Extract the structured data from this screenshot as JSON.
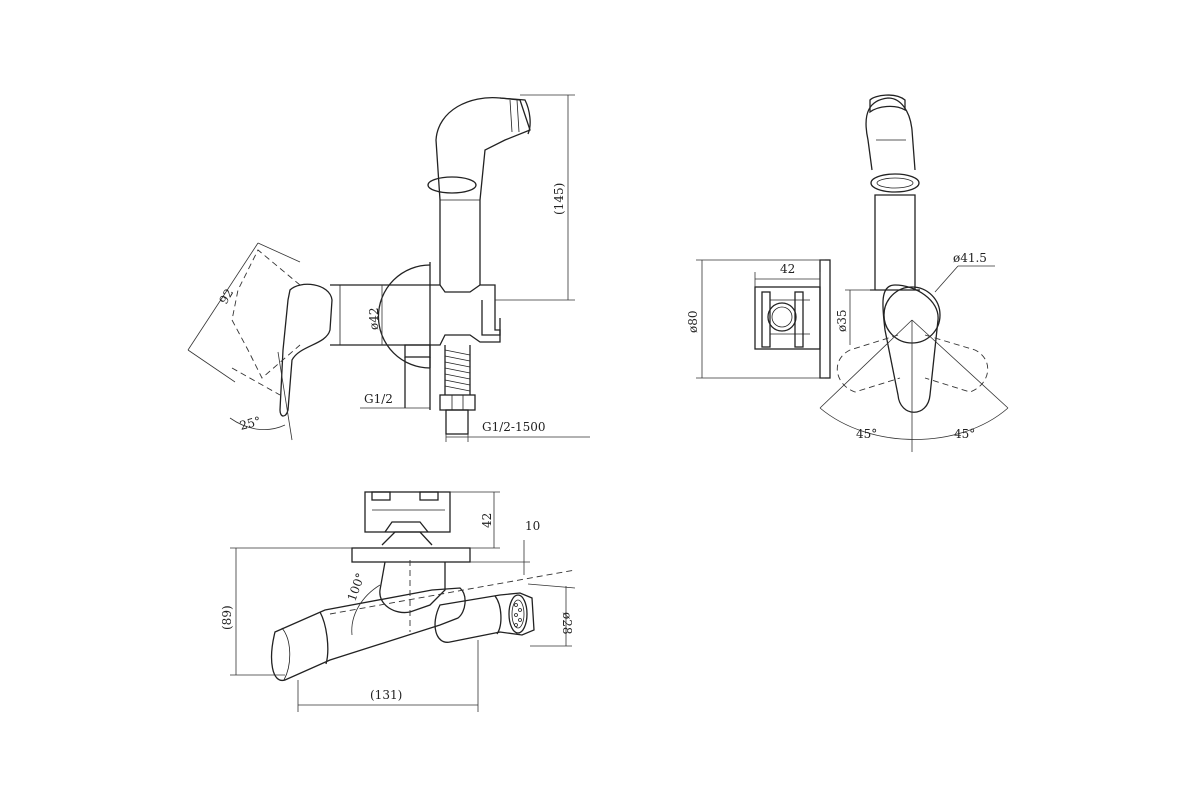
{
  "views": {
    "side": {
      "dim_height": "(145)",
      "dim_hose_diameter": "ø42",
      "dim_handle_length": "92",
      "dim_handle_angle": "25°",
      "dim_thread": "G1/2",
      "dim_hose": "G1/2-1500"
    },
    "front": {
      "dim_width": "42",
      "dim_plate_diameter": "ø80",
      "dim_body_diameter": "ø35",
      "dim_handle_diameter": "ø41.5",
      "dim_angle_left": "45°",
      "dim_angle_right": "45°"
    },
    "top": {
      "dim_depth": "42",
      "dim_plate": "10",
      "dim_total_height": "(89)",
      "dim_angle": "100°",
      "dim_sprayer_diameter": "ø28",
      "dim_length": "(131)"
    }
  }
}
